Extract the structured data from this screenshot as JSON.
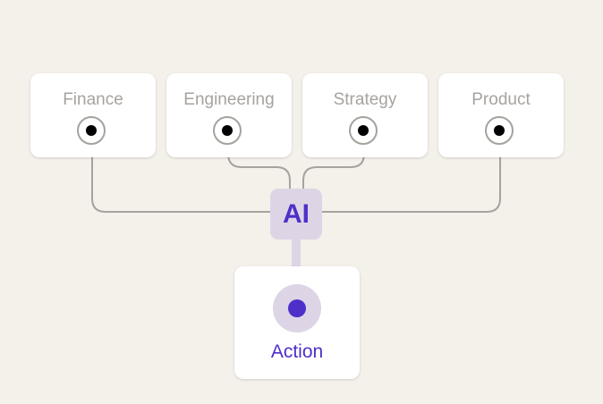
{
  "sources": [
    {
      "label": "Finance"
    },
    {
      "label": "Engineering"
    },
    {
      "label": "Strategy"
    },
    {
      "label": "Product"
    }
  ],
  "hub": {
    "label": "AI"
  },
  "output": {
    "label": "Action"
  },
  "colors": {
    "background": "#f4f0ea",
    "card": "#ffffff",
    "muted_text": "#a8a29e",
    "connector": "#a6a29d",
    "accent": "#4f2fc8",
    "accent_light": "#ddd5e6"
  }
}
